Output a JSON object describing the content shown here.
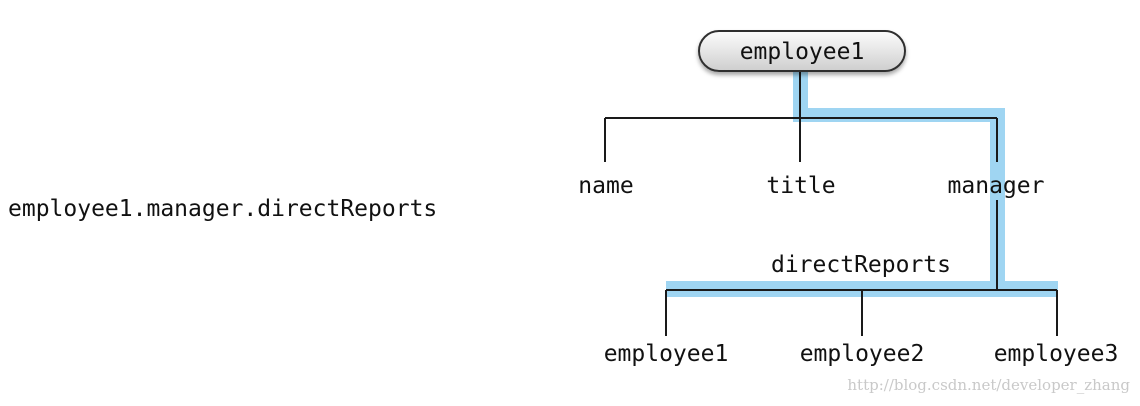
{
  "keypath": "employee1.manager.directReports",
  "tree": {
    "root": "employee1",
    "properties": [
      "name",
      "title",
      "manager"
    ],
    "relationship_label": "directReports",
    "reports": [
      "employee1",
      "employee2",
      "employee3"
    ]
  },
  "colors": {
    "highlight": "#9fd5f2",
    "line": "#1a1a1a"
  },
  "watermark": "http://blog.csdn.net/developer_zhang"
}
